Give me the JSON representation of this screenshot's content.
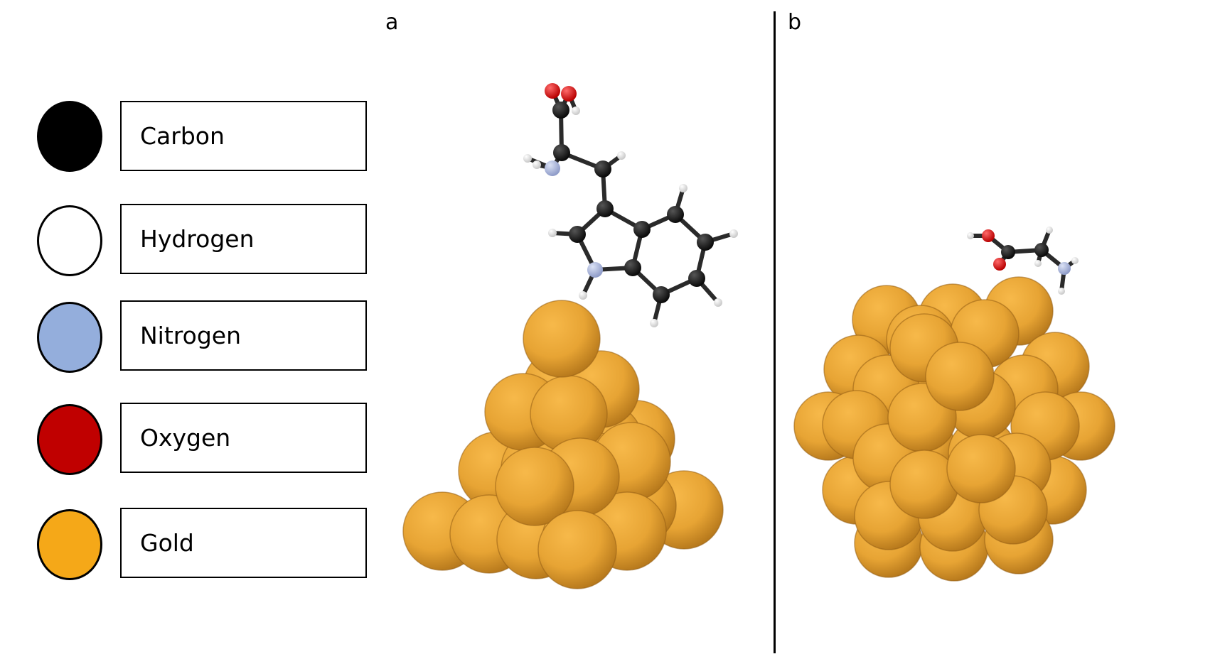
{
  "panels": {
    "a": {
      "label": "a"
    },
    "b": {
      "label": "b"
    }
  },
  "legend": [
    {
      "element": "Carbon",
      "color": "#000000"
    },
    {
      "element": "Hydrogen",
      "color": "#ffffff"
    },
    {
      "element": "Nitrogen",
      "color": "#94aedc"
    },
    {
      "element": "Oxygen",
      "color": "#c00000"
    },
    {
      "element": "Gold",
      "color": "#f5a818"
    }
  ],
  "atom_colors": {
    "carbon": "#1a1a1a",
    "hydrogen": "#f2f2f2",
    "nitrogen": "#a9b5dc",
    "oxygen": "#e01818",
    "gold_light": "#f7b94a",
    "gold_mid": "#e7a434",
    "gold_dark": "#b7791c"
  }
}
